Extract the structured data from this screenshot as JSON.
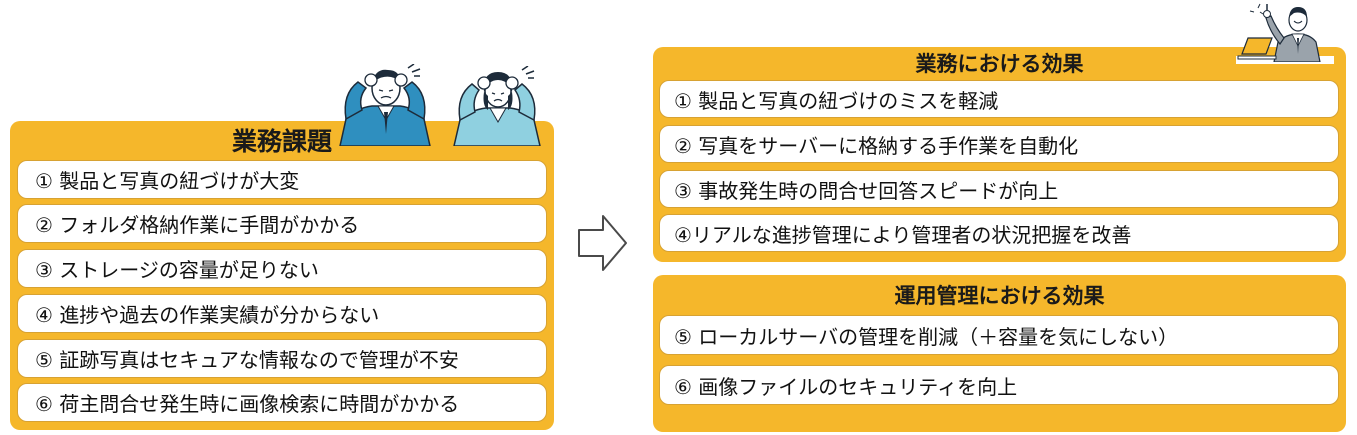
{
  "left_panel": {
    "title": "業務課題",
    "items": [
      "① 製品と写真の紐づけが大変",
      "② フォルダ格納作業に手間がかかる",
      "③ ストレージの容量が足りない",
      "④ 進捗や過去の作業実績が分からない",
      "⑤ 証跡写真はセキュアな情報なので管理が不安",
      "⑥ 荷主問合せ発生時に画像検索に時間がかかる"
    ]
  },
  "right_top_panel": {
    "title": "業務における効果",
    "items": [
      "① 製品と写真の紐づけのミスを軽減",
      "② 写真をサーバーに格納する手作業を自動化",
      "③ 事故発生時の問合せ回答スピードが向上",
      "④リアルな進捗管理により管理者の状況把握を改善"
    ]
  },
  "right_bottom_panel": {
    "title": "運用管理における効果",
    "items": [
      "⑤ ローカルサーバの管理を削減（＋容量を気にしない）",
      "⑥ 画像ファイルのセキュリティを向上"
    ]
  },
  "colors": {
    "panel_fill": "#f5b72b",
    "item_fill": "#ffffff",
    "item_border": "#d7a233",
    "arrow_stroke": "#4a4a4a",
    "suit_dark": "#2f8fbf",
    "suit_light": "#8fd0e0"
  },
  "icons": {
    "arrow": "right-arrow-outline-icon",
    "worried_man": "worried-businessman-illustration",
    "worried_woman": "worried-businesswoman-illustration",
    "happy_man": "businessman-with-laptop-illustration"
  }
}
